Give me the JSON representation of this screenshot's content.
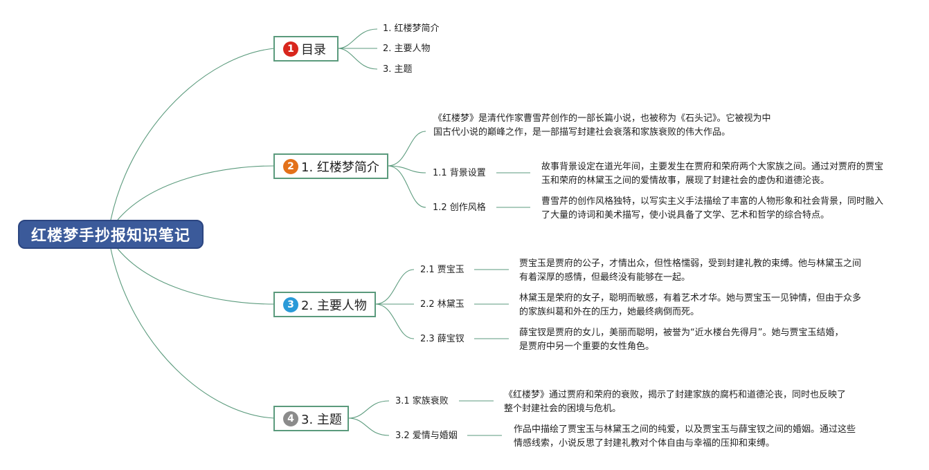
{
  "root": {
    "title": "红楼梦手抄报知识笔记"
  },
  "badge_colors": [
    "#d8261d",
    "#e3711a",
    "#2a9ad8",
    "#8b8b8b"
  ],
  "topics": [
    {
      "badge": "1",
      "label": "目录",
      "items": [
        "1. 红楼梦简介",
        "2. 主要人物",
        "3. 主题"
      ]
    },
    {
      "badge": "2",
      "label": "1. 红楼梦简介",
      "intro": "《红楼梦》是清代作家曹雪芹创作的一部长篇小说，也被称为《石头记》。它被视为中国古代小说的巅峰之作，是一部描写封建社会衰落和家族衰败的伟大作品。",
      "items": [
        {
          "label": "1.1 背景设置",
          "text": "故事背景设定在道光年间，主要发生在贾府和荣府两个大家族之间。通过对贾府的贾宝玉和荣府的林黛玉之间的爱情故事，展现了封建社会的虚伪和道德沦丧。"
        },
        {
          "label": "1.2 创作风格",
          "text": "曹雪芹的创作风格独特，以写实主义手法描绘了丰富的人物形象和社会背景，同时融入了大量的诗词和美术描写，使小说具备了文学、艺术和哲学的综合特点。"
        }
      ]
    },
    {
      "badge": "3",
      "label": "2. 主要人物",
      "items": [
        {
          "label": "2.1 贾宝玉",
          "text": "贾宝玉是贾府的公子，才情出众，但性格懦弱，受到封建礼教的束缚。他与林黛玉之间有着深厚的感情，但最终没有能够在一起。"
        },
        {
          "label": "2.2 林黛玉",
          "text": "林黛玉是荣府的女子，聪明而敏感，有着艺术才华。她与贾宝玉一见钟情，但由于众多的家族纠葛和外在的压力，她最终病倒而死。"
        },
        {
          "label": "2.3 薛宝钗",
          "text": "薛宝钗是贾府的女儿，美丽而聪明，被誉为“近水楼台先得月”。她与贾宝玉结婚，是贾府中另一个重要的女性角色。"
        }
      ]
    },
    {
      "badge": "4",
      "label": "3. 主题",
      "items": [
        {
          "label": "3.1 家族衰败",
          "text": "《红楼梦》通过贾府和荣府的衰败，揭示了封建家族的腐朽和道德沦丧，同时也反映了整个封建社会的困境与危机。"
        },
        {
          "label": "3.2 爱情与婚姻",
          "text": "作品中描绘了贾宝玉与林黛玉之间的纯爱，以及贾宝玉与薛宝钗之间的婚姻。通过这些情感线索，小说反思了封建礼教对个体自由与幸福的压抑和束缚。"
        }
      ]
    }
  ]
}
